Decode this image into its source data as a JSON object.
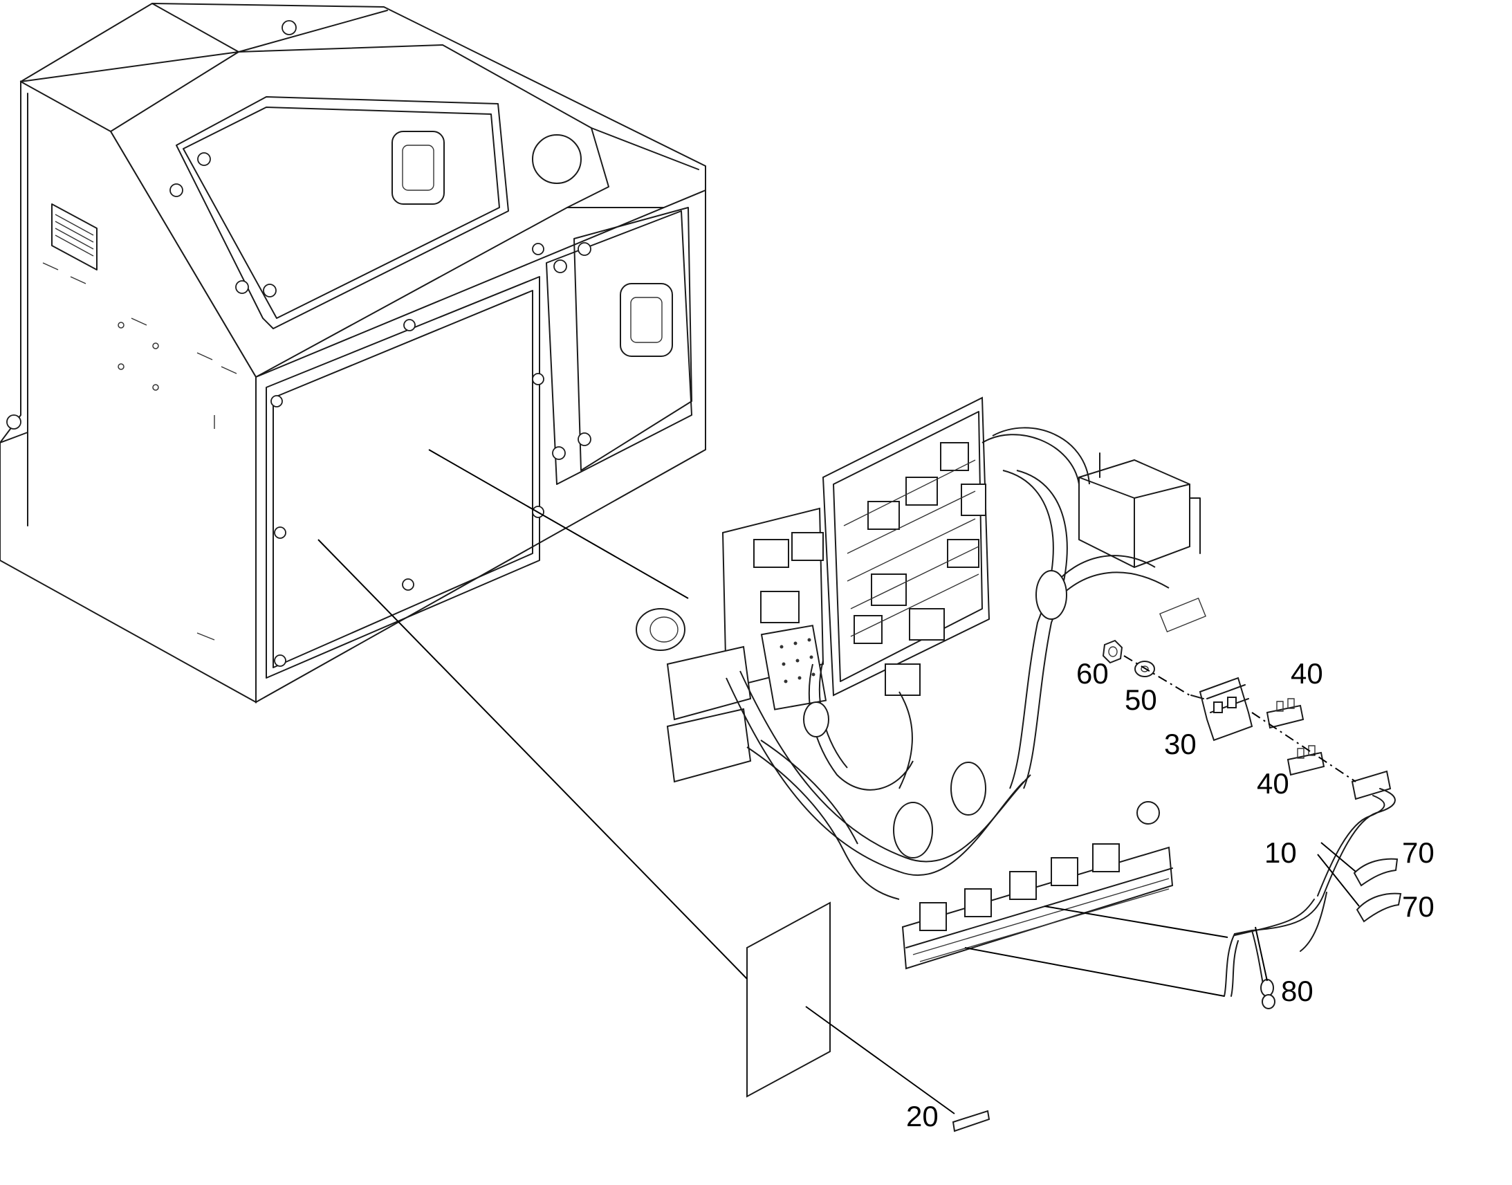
{
  "callouts": {
    "p10": "10",
    "p20": "20",
    "p30": "30",
    "p40a": "40",
    "p40b": "40",
    "p50": "50",
    "p60": "60",
    "p70a": "70",
    "p70b": "70",
    "p80": "80"
  }
}
